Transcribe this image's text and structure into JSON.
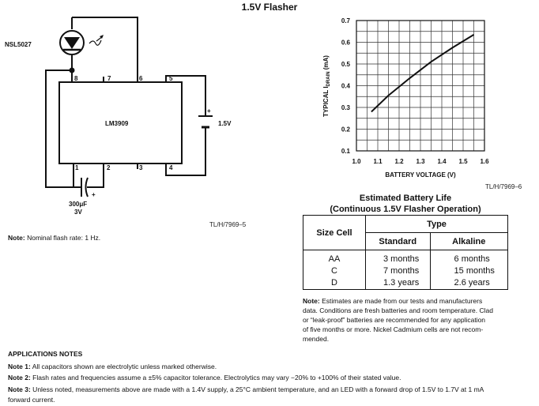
{
  "page": {
    "title": "1.5V Flasher"
  },
  "schematic": {
    "led_label": "NSL5027",
    "ic_label": "LM3909",
    "pins": [
      "8",
      "7",
      "6",
      "5",
      "1",
      "2",
      "3",
      "4"
    ],
    "battery_label": "1.5V",
    "battery_plus": "+",
    "cap_plus": "+",
    "cap_value": "300μF",
    "cap_voltage": "3V",
    "figure_tag": "TL/H/7969–5",
    "note_label": "Note:",
    "note_text": " Nominal flash rate: 1 Hz."
  },
  "chart_data": {
    "type": "line",
    "title": "",
    "xlabel": "BATTERY VOLTAGE (V)",
    "ylabel_prefix": "TYPICAL I",
    "ylabel_sub": "DRAIN",
    "ylabel_suffix": " (mA)",
    "xlim": [
      1.0,
      1.6
    ],
    "ylim": [
      0.1,
      0.7
    ],
    "x_ticks": [
      "1.0",
      "1.1",
      "1.2",
      "1.3",
      "1.4",
      "1.5",
      "1.6"
    ],
    "y_ticks": [
      "0.1",
      "0.2",
      "0.3",
      "0.4",
      "0.5",
      "0.6",
      "0.7"
    ],
    "grid": true,
    "series": [
      {
        "x": [
          1.07,
          1.15,
          1.25,
          1.35,
          1.45,
          1.55
        ],
        "y": [
          0.28,
          0.355,
          0.435,
          0.51,
          0.575,
          0.635
        ]
      }
    ],
    "figure_tag": "TL/H/7969–6"
  },
  "battery_table": {
    "title_line1": "Estimated Battery Life",
    "title_line2": "(Continuous 1.5V Flasher Operation)",
    "header_size_cell": "Size Cell",
    "header_type": "Type",
    "header_standard": "Standard",
    "header_alkaline": "Alkaline",
    "rows": [
      {
        "size": "AA",
        "standard": "3 months",
        "alkaline": "6 months"
      },
      {
        "size": "C",
        "standard": "7 months",
        "alkaline": "15 months"
      },
      {
        "size": "D",
        "standard": "1.3 years",
        "alkaline": "2.6 years"
      }
    ],
    "note_label": "Note:",
    "note_lines": [
      " Estimates are made from our tests and manufacturers",
      "data. Conditions are fresh batteries and room temperature. Clad",
      "or “leak-proof” batteries are recommended for any application",
      "of five months or more. Nickel Cadmium cells are not recom-",
      "mended."
    ]
  },
  "application_notes": {
    "heading": "APPLICATIONS NOTES",
    "notes": [
      {
        "label": "Note 1:",
        "text": " All capacitors shown are electrolytic unless marked otherwise."
      },
      {
        "label": "Note 2:",
        "text": " Flash rates and frequencies assume a ±5% capacitor tolerance. Electrolytics may vary −20% to +100% of their stated value."
      },
      {
        "label": "Note 3:",
        "text": " Unless noted, measurements above are made with a 1.4V supply, a 25°C ambient temperature, and an LED with a forward drop of 1.5V to 1.7V at 1 mA"
      }
    ],
    "note3_continuation": "forward current."
  }
}
